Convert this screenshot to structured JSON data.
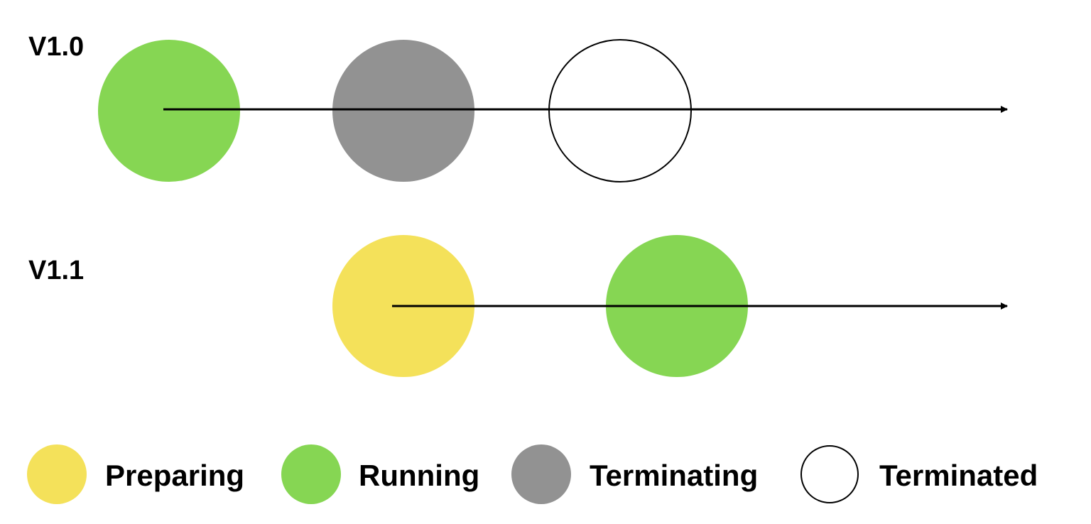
{
  "colors": {
    "preparing": "#f4e15a",
    "running": "#86d653",
    "terminating": "#929292",
    "terminated_fill": "#ffffff",
    "outline": "#000000"
  },
  "rows": [
    {
      "label": "V1.0",
      "states": [
        "running",
        "terminating",
        "terminated"
      ]
    },
    {
      "label": "V1.1",
      "states": [
        "preparing",
        "running"
      ]
    }
  ],
  "legend": [
    {
      "state": "preparing",
      "label": "Preparing"
    },
    {
      "state": "running",
      "label": "Running"
    },
    {
      "state": "terminating",
      "label": "Terminating"
    },
    {
      "state": "terminated",
      "label": "Terminated"
    }
  ]
}
